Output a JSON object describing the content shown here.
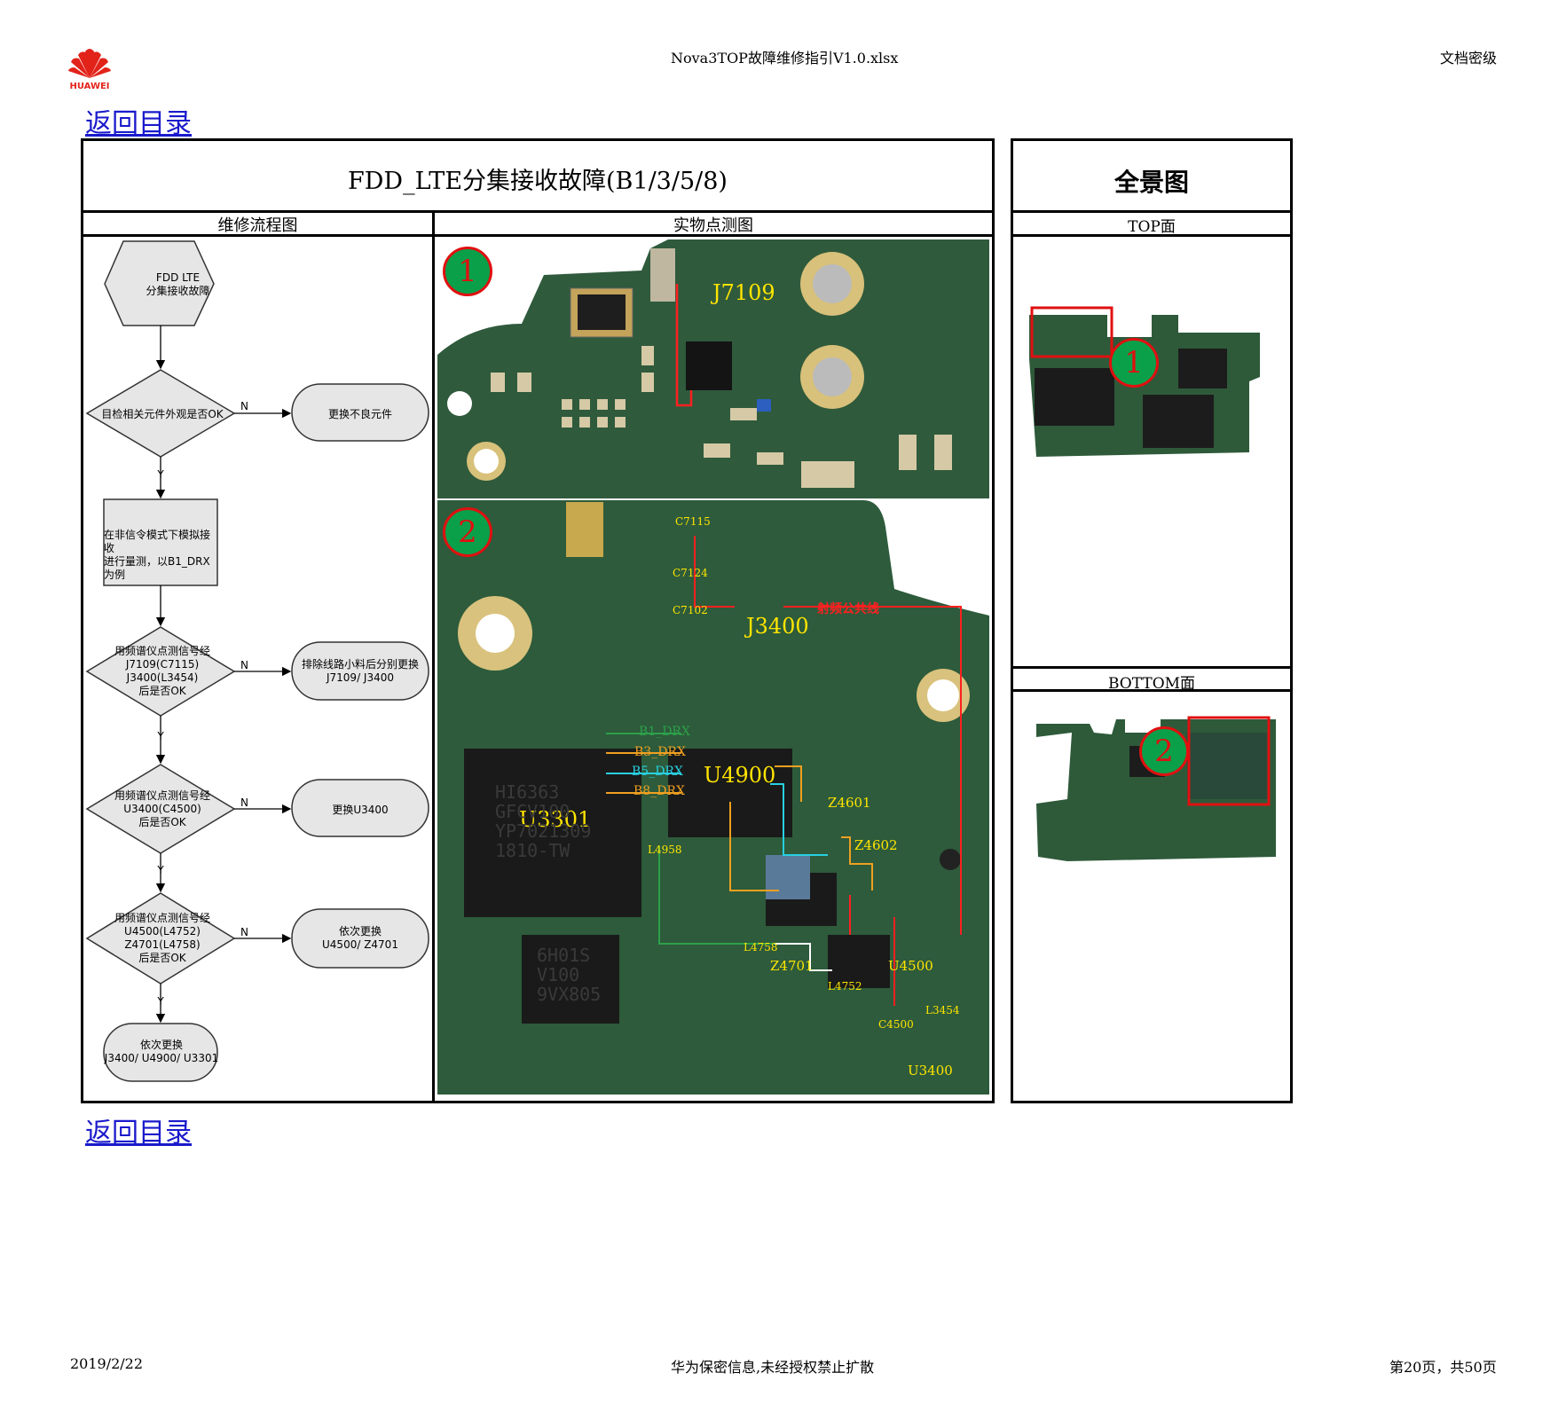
{
  "header": {
    "logo_text": "HUAWEI",
    "file_name": "Nova3TOP故障维修指引V1.0.xlsx",
    "classification": "文档密级"
  },
  "back_link_top": "返回目录",
  "back_link_bottom": "返回目录",
  "main_title": "FDD_LTE分集接收故障(B1/3/5/8)",
  "panorama_title": "全景图",
  "col_flow": "维修流程图",
  "col_photo": "实物点测图",
  "top_side": "TOP面",
  "bottom_side": "BOTTOM面",
  "flow": {
    "start": [
      "FDD LTE",
      "分集接收故障"
    ],
    "d1": "目检相关元件外观是否OK",
    "r1": "更换不良元件",
    "s1": [
      "在非信令模式下模拟接收",
      "进行量测，以B1_DRX为例"
    ],
    "d2": [
      "用频谱仪点测信号经",
      "J7109(C7115)",
      "J3400(L3454)",
      "后是否OK"
    ],
    "r2": [
      "排除线路小料后分别更换",
      "J7109/ J3400"
    ],
    "d3": [
      "用频谱仪点测信号经",
      "U3400(C4500)",
      "后是否OK"
    ],
    "r3": "更换U3400",
    "d4": [
      "用频谱仪点测信号经",
      "U4500(L4752)",
      "Z4701(L4758)",
      "后是否OK"
    ],
    "r4": [
      "依次更换",
      "U4500/ Z4701"
    ],
    "end": [
      "依次更换",
      "J3400/ U4900/ U3301"
    ],
    "yes": "Y",
    "no": "N"
  },
  "photo1": {
    "badge": "1",
    "j7109": "J7109"
  },
  "photo2": {
    "badge": "2",
    "c7115": "C7115",
    "c7124": "C7124",
    "c7102": "C7102",
    "j3400": "J3400",
    "rf_line": "射频公共线",
    "b1": "B1_DRX",
    "b3": "B3_DRX",
    "b5": "B5_DRX",
    "b8": "B8_DRX",
    "u3301": "U3301",
    "u4900": "U4900",
    "z4601": "Z4601",
    "z4602": "Z4602",
    "l4958": "L4958",
    "l4758": "L4758",
    "z4701": "Z4701",
    "u4500": "U4500",
    "l4752": "L4752",
    "c4500": "C4500",
    "l3454": "L3454",
    "u3400": "U3400",
    "chip1": [
      "HI6363",
      "GFCV100",
      "YP7021309",
      "1810-TW"
    ],
    "chip2": [
      "6H01S",
      "V100",
      "9VX805"
    ]
  },
  "pano": {
    "top_badge": "1",
    "bottom_badge": "2"
  },
  "footer": {
    "date": "2019/2/22",
    "notice": "华为保密信息,未经授权禁止扩散",
    "page": "第20页，共50页"
  }
}
